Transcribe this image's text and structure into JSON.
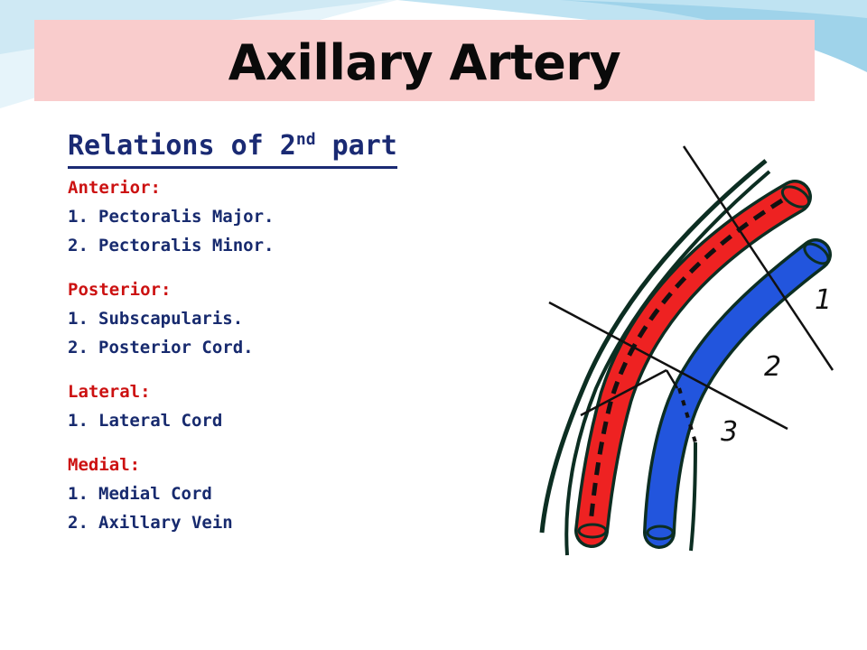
{
  "slide": {
    "title": "Axillary Artery",
    "subtitle_main": "Relations of 2",
    "subtitle_sup": "nd",
    "subtitle_end": " part"
  },
  "sections": [
    {
      "heading": "Anterior:",
      "items": [
        {
          "num": "1.",
          "text": "Pectoralis Major."
        },
        {
          "num": "2.",
          "text": "Pectoralis Minor."
        }
      ]
    },
    {
      "heading": "Posterior:",
      "items": [
        {
          "num": "1.",
          "text": "Subscapularis."
        },
        {
          "num": "2.",
          "text": "Posterior Cord."
        }
      ]
    },
    {
      "heading": "Lateral:",
      "items": [
        {
          "num": "1.",
          "text": "Lateral Cord"
        }
      ]
    },
    {
      "heading": "Medial:",
      "items": [
        {
          "num": "1.",
          "text": "Medial Cord"
        },
        {
          "num": "2.",
          "text": "Axillary Vein"
        }
      ]
    }
  ],
  "diagram": {
    "labels": {
      "part1": "1",
      "part2": "2",
      "part3": "3"
    },
    "colors": {
      "artery": "#ee2222",
      "vein": "#2255dd",
      "outline": "#0c2e22",
      "heading_red": "#cc1111",
      "text_navy": "#172a6e",
      "title_bg": "#f9cccc"
    }
  }
}
